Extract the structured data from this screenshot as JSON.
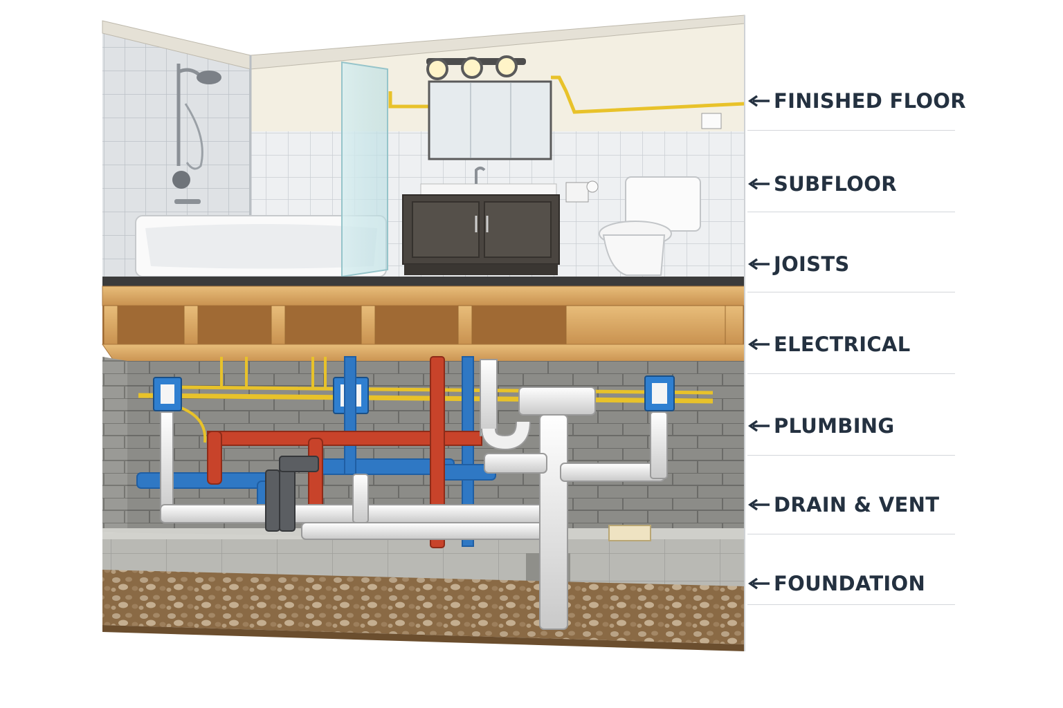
{
  "labels": [
    {
      "text": "FINISHED FLOOR"
    },
    {
      "text": "SUBFLOOR"
    },
    {
      "text": "JOISTS"
    },
    {
      "text": "ELECTRICAL"
    },
    {
      "text": "PLUMBING"
    },
    {
      "text": "DRAIN & VENT"
    },
    {
      "text": "FOUNDATION"
    }
  ],
  "colors": {
    "label_text": "#243140",
    "cold_water": "#2f78c4",
    "hot_water": "#c8432a",
    "drain_pvc": "#eeeeee",
    "electrical_conduit": "#e8c22a",
    "junction_box": "#2f7fd0",
    "lumber": "#d9a864",
    "cmu_block": "#8a8a86",
    "concrete_slab": "#bdbdb8",
    "gravel": "#9a7b55",
    "wall_tile": "#e9ecef",
    "vanity": "#4a4540"
  },
  "icons": [
    "shower-head-icon",
    "bathtub-icon",
    "glass-shower-panel-icon",
    "vanity-light-icon",
    "mirror-icon",
    "sink-vanity-icon",
    "toilet-icon",
    "toilet-paper-holder-icon",
    "light-switch-icon",
    "junction-box-icon",
    "outlet-icon",
    "p-trap-icon",
    "cleanout-cap-icon"
  ]
}
